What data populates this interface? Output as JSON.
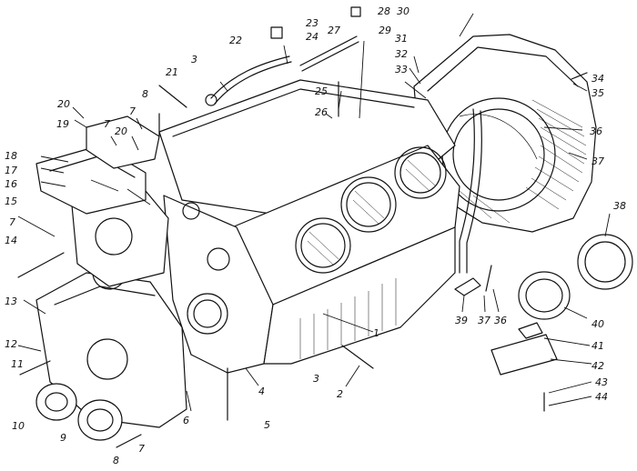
{
  "diagram": {
    "callouts": [
      {
        "id": "c1",
        "text": "1"
      },
      {
        "id": "c2",
        "text": "2"
      },
      {
        "id": "c3a",
        "text": "3"
      },
      {
        "id": "c3b",
        "text": "3"
      },
      {
        "id": "c4",
        "text": "4"
      },
      {
        "id": "c5",
        "text": "5"
      },
      {
        "id": "c6",
        "text": "6"
      },
      {
        "id": "c7a",
        "text": "7"
      },
      {
        "id": "c7b",
        "text": "7"
      },
      {
        "id": "c7c",
        "text": "7"
      },
      {
        "id": "c7d",
        "text": "7"
      },
      {
        "id": "c8a",
        "text": "8"
      },
      {
        "id": "c8b",
        "text": "8"
      },
      {
        "id": "c9",
        "text": "9"
      },
      {
        "id": "c10",
        "text": "10"
      },
      {
        "id": "c11",
        "text": "11"
      },
      {
        "id": "c12",
        "text": "12"
      },
      {
        "id": "c13",
        "text": "13"
      },
      {
        "id": "c14",
        "text": "14"
      },
      {
        "id": "c15",
        "text": "15"
      },
      {
        "id": "c16",
        "text": "16"
      },
      {
        "id": "c17",
        "text": "17"
      },
      {
        "id": "c18",
        "text": "18"
      },
      {
        "id": "c19",
        "text": "19"
      },
      {
        "id": "c20a",
        "text": "20"
      },
      {
        "id": "c20b",
        "text": "20"
      },
      {
        "id": "c21",
        "text": "21"
      },
      {
        "id": "c22",
        "text": "22"
      },
      {
        "id": "c23",
        "text": "23"
      },
      {
        "id": "c24",
        "text": "24"
      },
      {
        "id": "c25",
        "text": "25"
      },
      {
        "id": "c26",
        "text": "26"
      },
      {
        "id": "c27",
        "text": "27"
      },
      {
        "id": "c28",
        "text": "28"
      },
      {
        "id": "c29",
        "text": "29"
      },
      {
        "id": "c30",
        "text": "30"
      },
      {
        "id": "c31",
        "text": "31"
      },
      {
        "id": "c32",
        "text": "32"
      },
      {
        "id": "c33",
        "text": "33"
      },
      {
        "id": "c34",
        "text": "34"
      },
      {
        "id": "c35",
        "text": "35"
      },
      {
        "id": "c36a",
        "text": "36"
      },
      {
        "id": "c36b",
        "text": "36"
      },
      {
        "id": "c37a",
        "text": "37"
      },
      {
        "id": "c37b",
        "text": "37"
      },
      {
        "id": "c38",
        "text": "38"
      },
      {
        "id": "c39",
        "text": "39"
      },
      {
        "id": "c40",
        "text": "40"
      },
      {
        "id": "c41",
        "text": "41"
      },
      {
        "id": "c42",
        "text": "42"
      },
      {
        "id": "c43",
        "text": "43"
      },
      {
        "id": "c44",
        "text": "44"
      }
    ]
  }
}
